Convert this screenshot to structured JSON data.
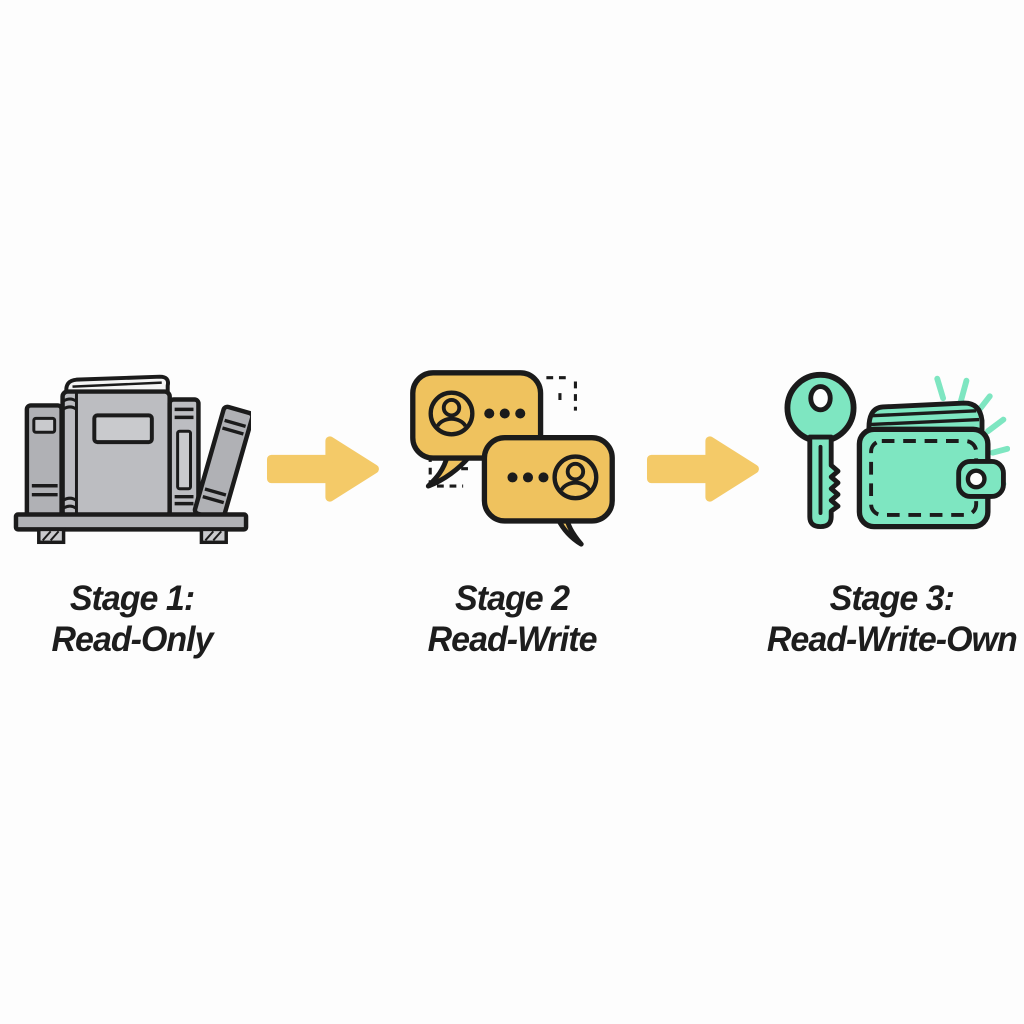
{
  "diagram": {
    "description": "Three-stage evolution diagram: Read-Only to Read-Write to Read-Write-Own",
    "stages": [
      {
        "id": 1,
        "label_line1": "Stage 1:",
        "label_line2": "Read-Only",
        "icon": "bookshelf-icon"
      },
      {
        "id": 2,
        "label_line1": "Stage 2",
        "label_line2": "Read-Write",
        "icon": "chat-bubbles-icon"
      },
      {
        "id": 3,
        "label_line1": "Stage 3:",
        "label_line2": "Read-Write-Own",
        "icon": "key-wallet-icon"
      }
    ],
    "connectors": [
      {
        "type": "arrow-right",
        "from_stage": 1,
        "to_stage": 2
      },
      {
        "type": "arrow-right",
        "from_stage": 2,
        "to_stage": 3
      }
    ]
  },
  "colors": {
    "background": "#fdfdfd",
    "text": "#1d1d1d",
    "outline": "#1b1b1b",
    "arrow_yellow": "#f4ca68",
    "bubble_yellow": "#efc25e",
    "mint_green": "#7ee6c1",
    "book_gray": "#bcbdc1",
    "book_gray_dark": "#b0b1b5",
    "book_label_gray": "#c9cacd",
    "page_white": "#f5f5f5"
  }
}
